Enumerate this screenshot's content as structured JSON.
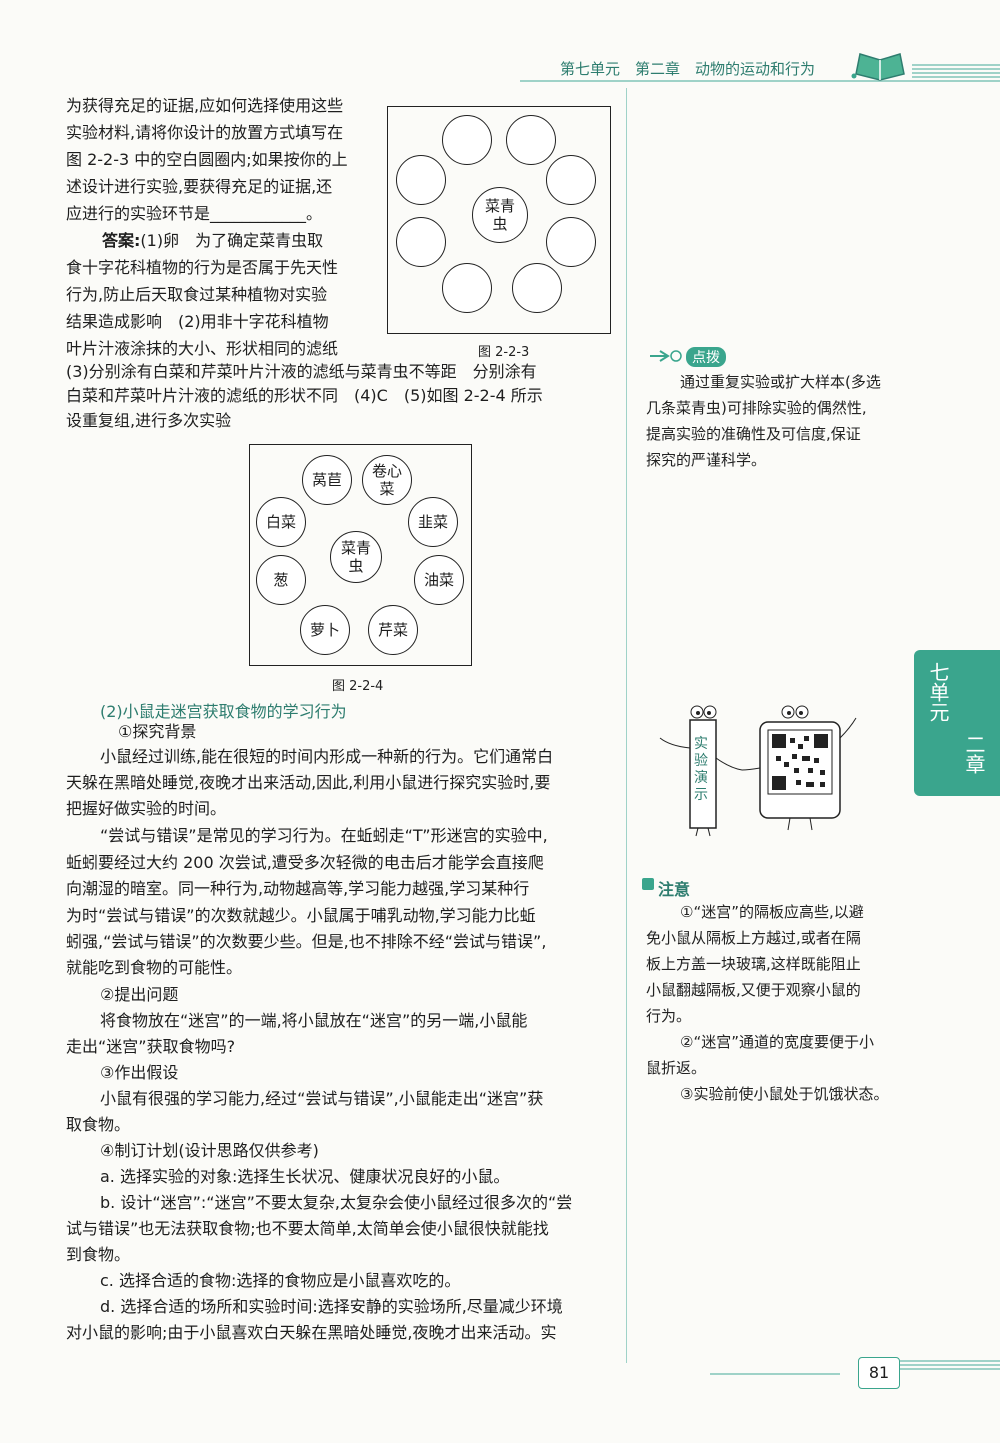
{
  "header": {
    "title": "第七单元　第二章　动物的运动和行为",
    "accent_color": "#3aa58d"
  },
  "left_top_lines": [
    "为获得充足的证据,应如何选择使用这些",
    "实验材料,请将你设计的放置方式填写在",
    "图 2-2-3 中的空白圆圈内;如果按你的上",
    "述设计进行实验,要获得充足的证据,还",
    "应进行的实验环节是____________。"
  ],
  "answer": {
    "label": "答案:",
    "first": "(1)卵　为了确定菜青虫取",
    "lines": [
      "食十字花科植物的行为是否属于先天性",
      "行为,防止后天取食过某种植物对实验",
      "结果造成影响　(2)用非十字花科植物",
      "叶片汁液涂抹的大小、形状相同的滤纸"
    ],
    "wide_lines": [
      "(3)分别涂有白菜和芹菜叶片汁液的滤纸与菜青虫不等距　分别涂有",
      "白菜和芹菜叶片汁液的滤纸的形状不同　(4)C　(5)如图 2-2-4 所示",
      "设重复组,进行多次实验"
    ]
  },
  "figure_223": {
    "caption": "图 2-2-3",
    "center_label": "菜青虫"
  },
  "figure_224": {
    "caption": "图 2-2-4",
    "center_label": "菜青虫",
    "outer_labels": [
      "莴苣",
      "卷心菜",
      "韭菜",
      "油菜",
      "芹菜",
      "萝卜",
      "葱",
      "白菜"
    ]
  },
  "section": {
    "title": "(2)小鼠走迷宫获取食物的学习行为",
    "lines": [
      "①探究背景",
      "小鼠经过训练,能在很短的时间内形成一种新的行为。它们通常白",
      "天躲在黑暗处睡觉,夜晚才出来活动,因此,利用小鼠进行探究实验时,要",
      "把握好做实验的时间。",
      "“尝试与错误”是常见的学习行为。在蚯蚓走“T”形迷宫的实验中,",
      "蚯蚓要经过大约 200 次尝试,遭受多次轻微的电击后才能学会直接爬",
      "向潮湿的暗室。同一种行为,动物越高等,学习能力越强,学习某种行",
      "为时“尝试与错误”的次数就越少。小鼠属于哺乳动物,学习能力比蚯",
      "蚓强,“尝试与错误”的次数要少些。但是,也不排除不经“尝试与错误”,",
      "就能吃到食物的可能性。",
      "②提出问题",
      "将食物放在“迷宫”的一端,将小鼠放在“迷宫”的另一端,小鼠能",
      "走出“迷宫”获取食物吗?",
      "③作出假设",
      "小鼠有很强的学习能力,经过“尝试与错误”,小鼠能走出“迷宫”获",
      "取食物。",
      "④制订计划(设计思路仅供参考)",
      "a. 选择实验的对象:选择生长状况、健康状况良好的小鼠。",
      "b. 设计“迷宫”:“迷宫”不要太复杂,太复杂会使小鼠经过很多次的“尝",
      "试与错误”也无法获取食物;也不要太简单,太简单会使小鼠很快就能找",
      "到食物。",
      "c. 选择合适的食物:选择的食物应是小鼠喜欢吃的。",
      "d. 选择合适的场所和实验时间:选择安静的实验场所,尽量减少环境",
      "对小鼠的影响;由于小鼠喜欢白天躲在黑暗处睡觉,夜晚才出来活动。实"
    ]
  },
  "tip": {
    "label": "点拨",
    "lines": [
      "通过重复实验或扩大样本(多选",
      "几条菜青虫)可排除实验的偶然性,",
      "提高实验的准确性及可信度,保证",
      "探究的严谨科学。"
    ]
  },
  "demo": {
    "label": "实验演示"
  },
  "notes": {
    "heading": "注意",
    "lines": [
      "①“迷宫”的隔板应高些,以避",
      "免小鼠从隔板上方越过,或者在隔",
      "板上方盖一块玻璃,这样既能阻止",
      "小鼠翻越隔板,又便于观察小鼠的",
      "行为。",
      "②“迷宫”通道的宽度要便于小",
      "鼠折返。",
      "③实验前使小鼠处于饥饿状态。"
    ]
  },
  "side_tab": {
    "top": "七单元",
    "bottom": "二章"
  },
  "page_number": "81"
}
